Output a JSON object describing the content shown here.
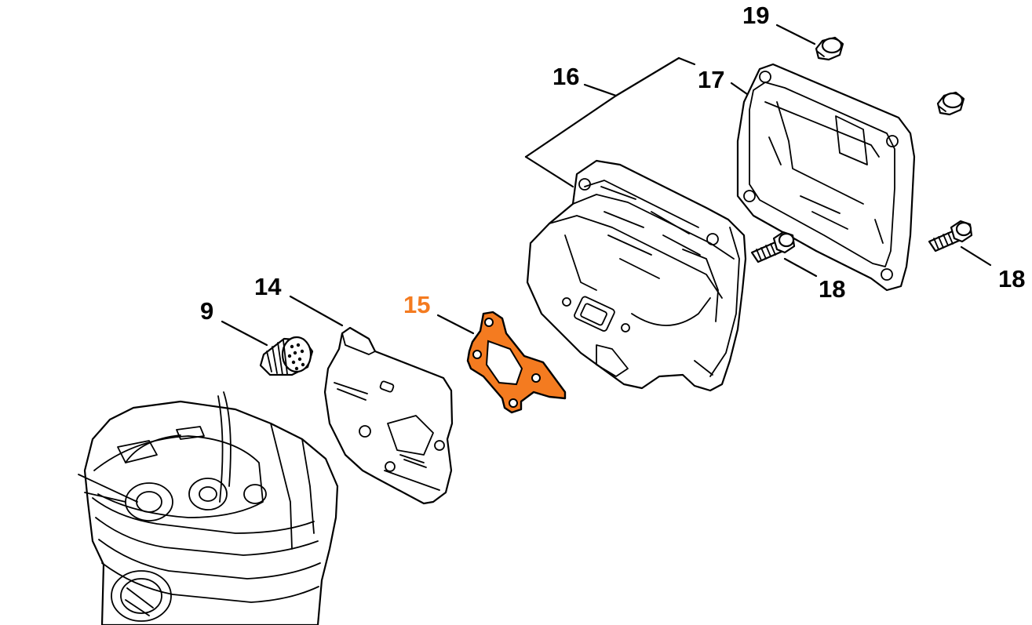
{
  "callouts": {
    "c9": "9",
    "c14": "14",
    "c15": "15",
    "c16": "16",
    "c17": "17",
    "c18a": "18",
    "c18b": "18",
    "c19": "19"
  },
  "colors": {
    "highlight": "#f47b20",
    "line": "#000000",
    "background": "#ffffff"
  }
}
